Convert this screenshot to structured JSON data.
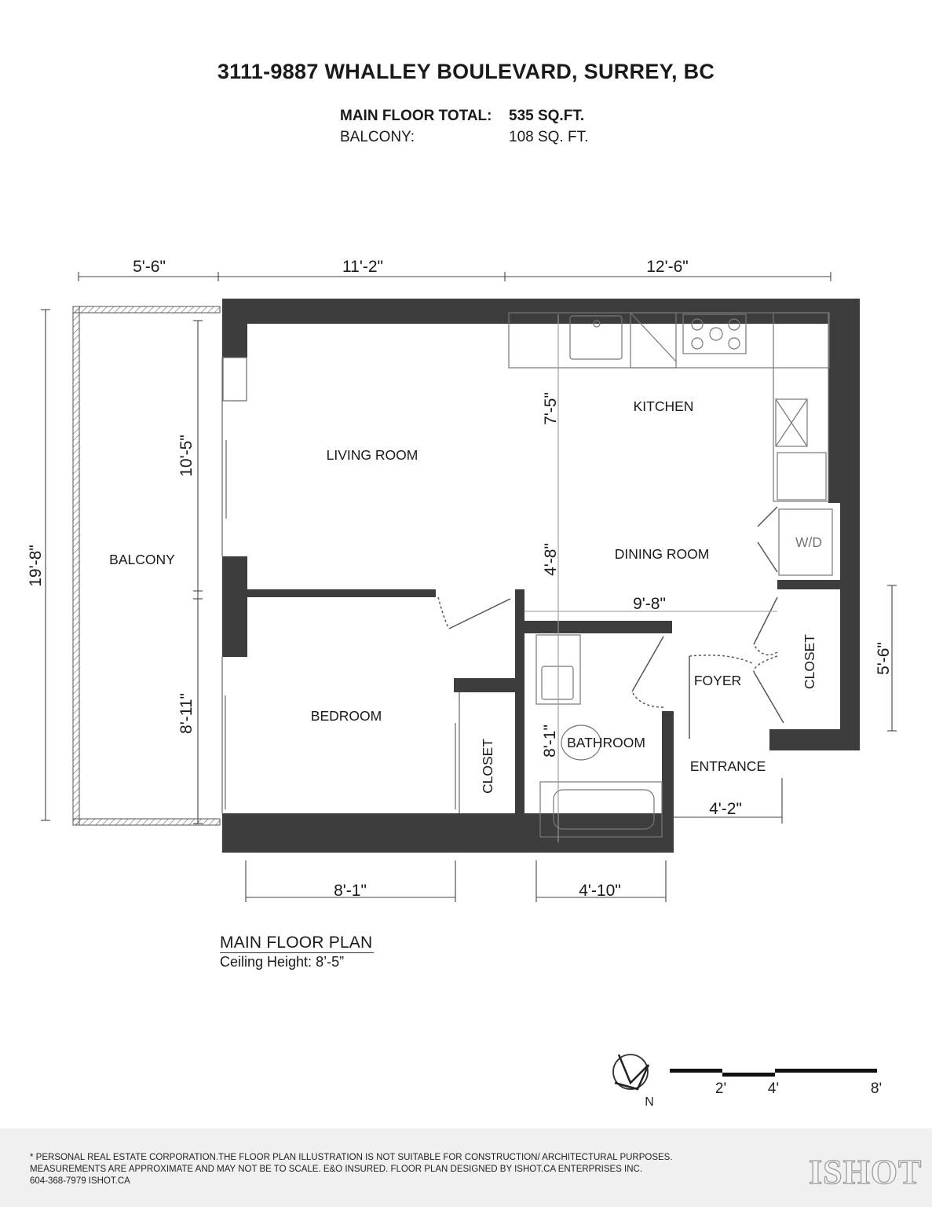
{
  "header": {
    "address": "3111-9887 WHALLEY BOULEVARD, SURREY, BC",
    "main_floor_label": "MAIN FLOOR TOTAL:",
    "main_floor_value": "535 SQ.FT.",
    "balcony_label": "BALCONY:",
    "balcony_value": "108 SQ. FT."
  },
  "rooms": {
    "kitchen": "KITCHEN",
    "living_room": "LIVING ROOM",
    "dining_room": "DINING ROOM",
    "balcony": "BALCONY",
    "bedroom": "BEDROOM",
    "closet_bedroom": "CLOSET",
    "closet_foyer": "CLOSET",
    "bathroom": "BATHROOM",
    "foyer": "FOYER",
    "entrance": "ENTRANCE",
    "washer_dryer": "W/D"
  },
  "dimensions": {
    "balcony_width": "5'-6\"",
    "living_width": "11'-2\"",
    "kitchen_width": "12'-6\"",
    "overall_depth": "19'-8\"",
    "living_depth": "10'-5\"",
    "bedroom_depth": "8'-11\"",
    "kitchen_depth": "7'-5\"",
    "dining_depth": "4'-8\"",
    "dining_width": "9'-8\"",
    "closet_depth": "5'-6\"",
    "bath_depth": "8'-1\"",
    "entrance_width": "4'-2\"",
    "bedroom_width": "8'-1\"",
    "bath_width": "4'-10\""
  },
  "caption": {
    "title": "MAIN FLOOR PLAN",
    "ceiling": "Ceiling Height: 8’-5”"
  },
  "compass": {
    "label": "N"
  },
  "scale_bar": {
    "labels": [
      "2'",
      "4'",
      "8'"
    ]
  },
  "footer": {
    "line1": "* PERSONAL REAL ESTATE CORPORATION.THE FLOOR PLAN ILLUSTRATION IS NOT SUITABLE FOR CONSTRUCTION/ ARCHITECTURAL PURPOSES.",
    "line2": "MEASUREMENTS ARE APPROXIMATE AND MAY NOT BE TO SCALE. E&O INSURED. FLOOR PLAN DESIGNED BY ISHOT.CA ENTERPRISES INC.",
    "line3": "604-368-7979  ISHOT.CA",
    "logo": "ISHOT"
  },
  "colors": {
    "wall": "#3d3d3d",
    "line": "#555555",
    "footer_bg": "#f0f0f0"
  }
}
